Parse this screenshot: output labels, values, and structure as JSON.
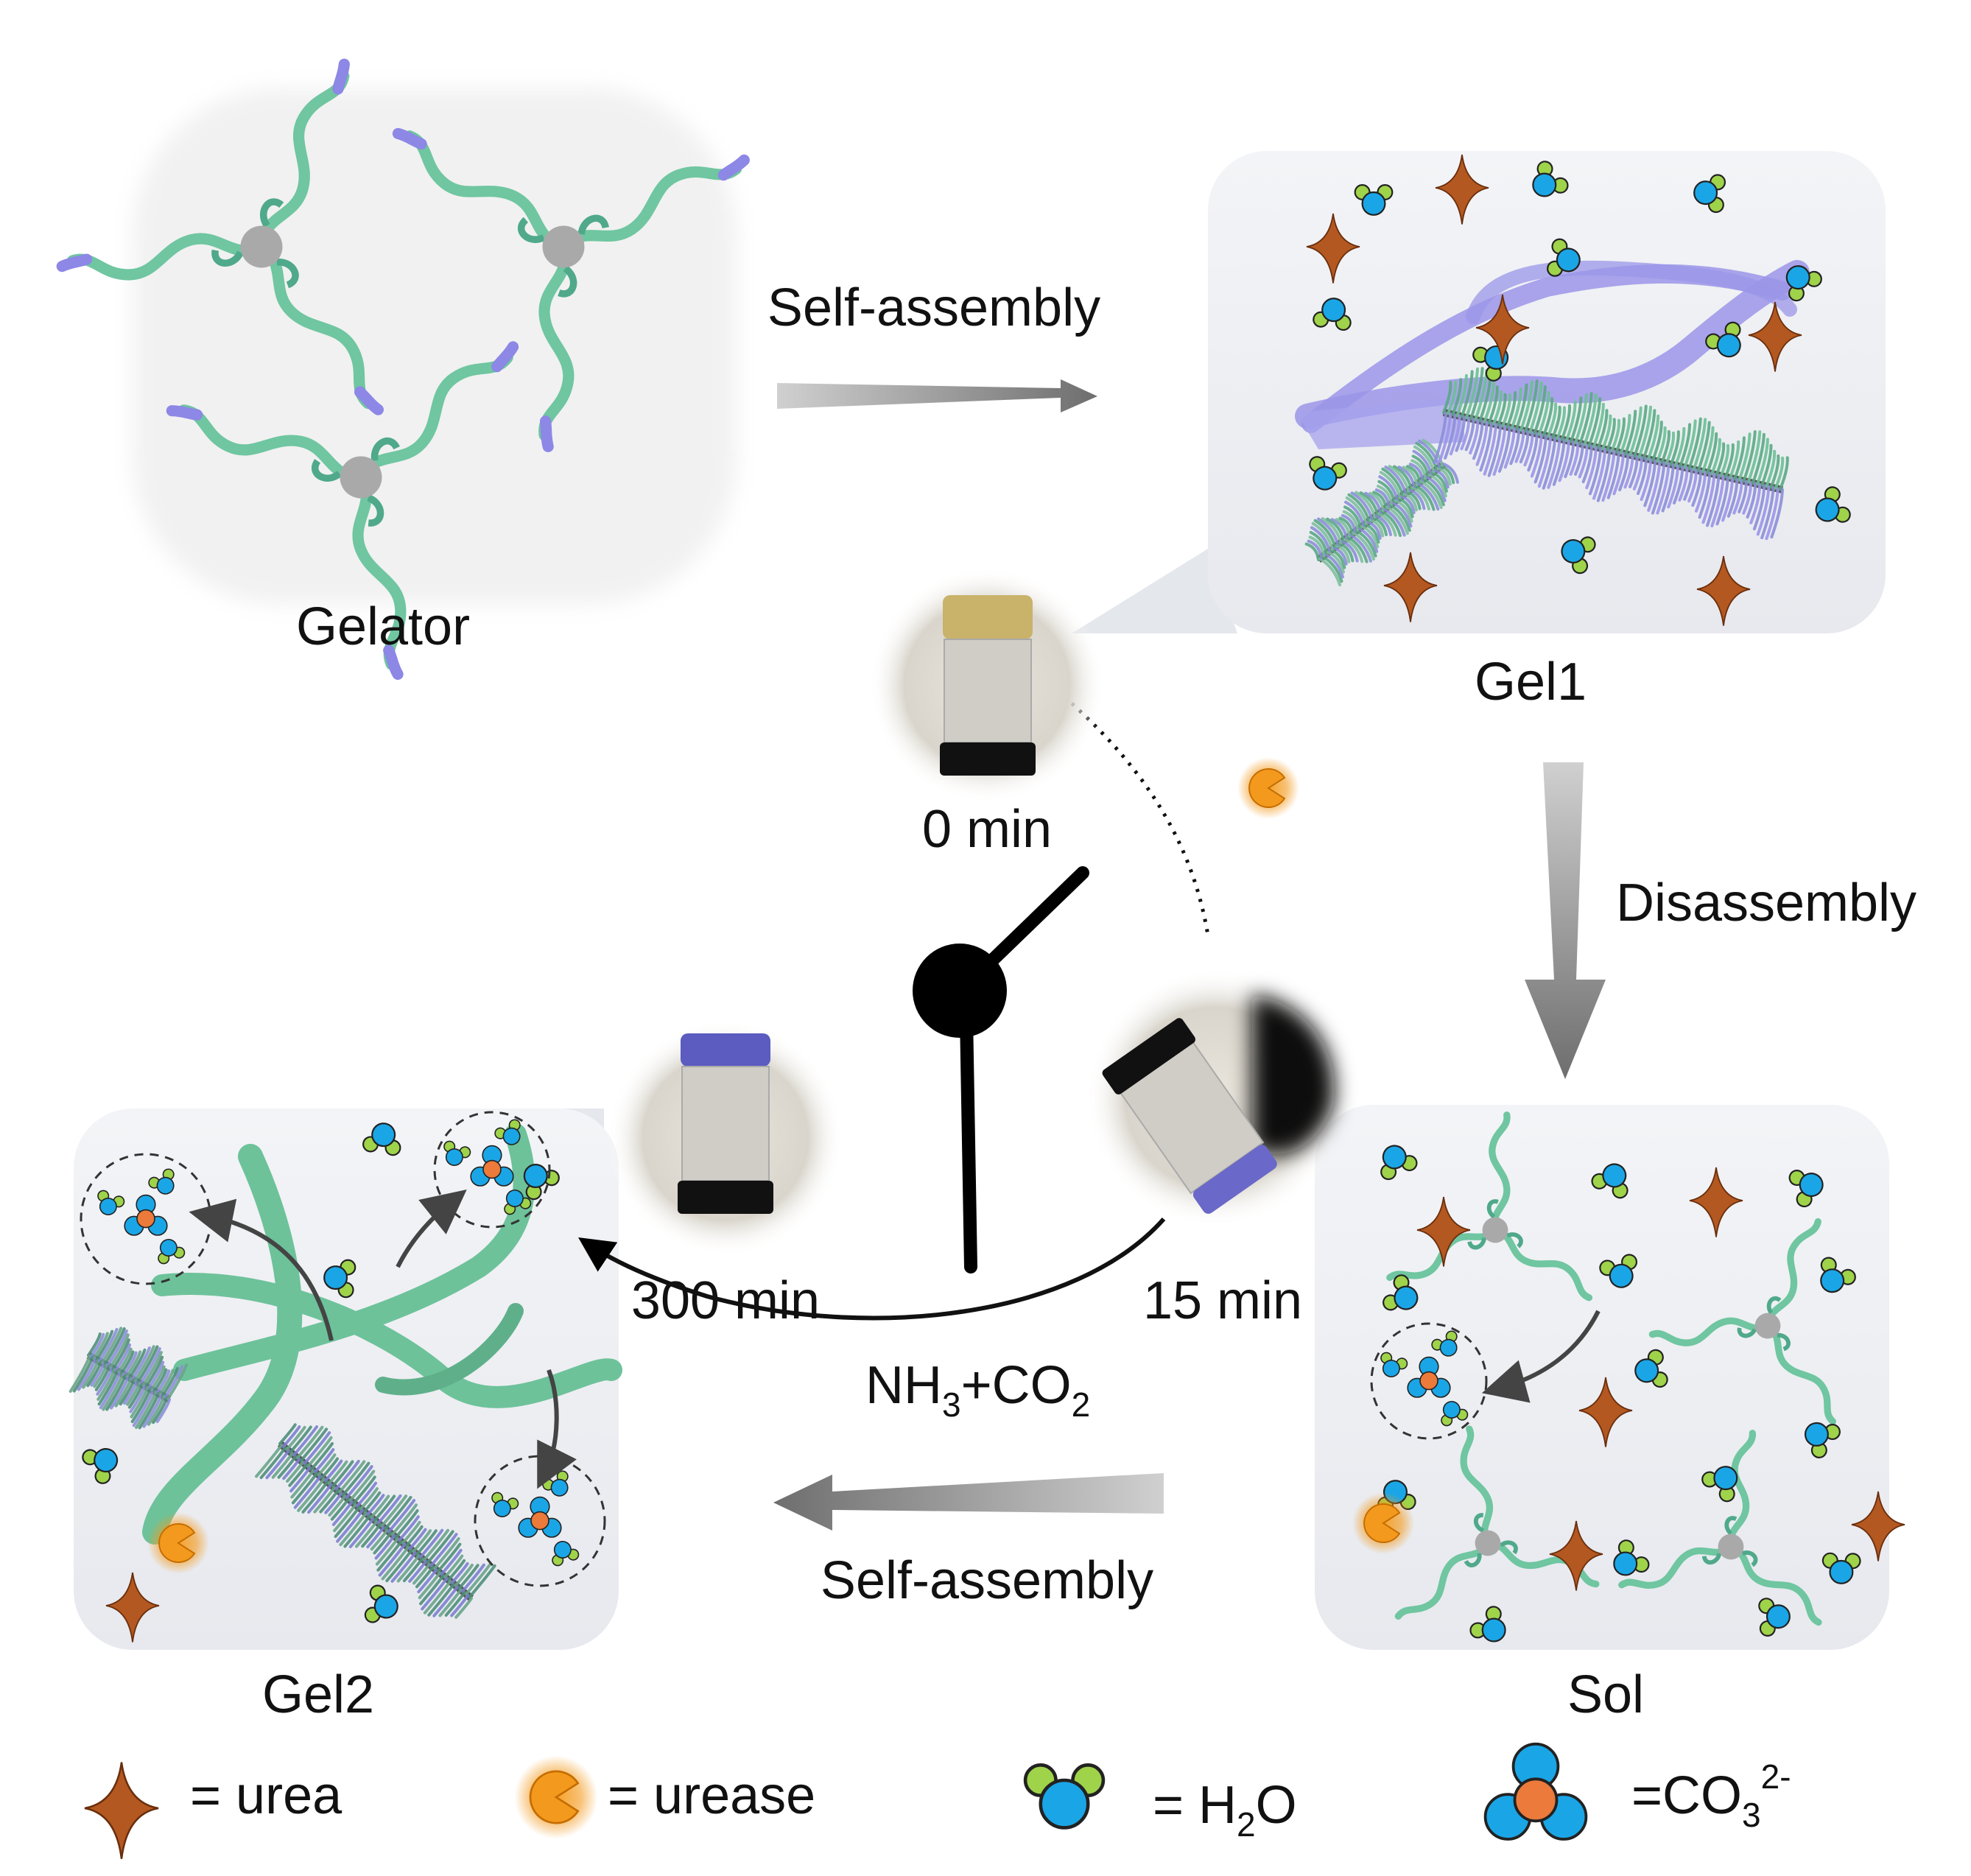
{
  "labels": {
    "gelator": "Gelator",
    "gel1": "Gel1",
    "gel2": "Gel2",
    "sol": "Sol",
    "self_assembly_top": "Self-assembly",
    "self_assembly_bottom": "Self-assembly",
    "disassembly": "Disassembly",
    "time_0": "0 min",
    "time_15": "15 min",
    "time_300": "300 min",
    "reaction": {
      "nh": "NH",
      "sub1": "3",
      "mid": "+CO",
      "sub2": "2"
    }
  },
  "legend": {
    "urea": "= urea",
    "urease": "= urease",
    "water": {
      "pre": "= H",
      "sub": "2",
      "post": "O"
    },
    "carbonate": {
      "pre": "=CO",
      "sub": "3",
      "sup": "2-"
    }
  },
  "colors": {
    "gelator_arm": "#6fc6a0",
    "gelator_tip": "#8d87e6",
    "core": "#a9a9a9",
    "fiber_purple": "#9b95e8",
    "fiber_green": "#6dc29a",
    "urea": "#b35820",
    "urease": "#f39a1e",
    "oxygen_blue": "#1aa6e6",
    "hydrogen_green": "#9fd34a",
    "carbon_orange": "#ec7a3a",
    "panel": "#eef0f4",
    "arrow_gray": "#8a8a8a"
  }
}
